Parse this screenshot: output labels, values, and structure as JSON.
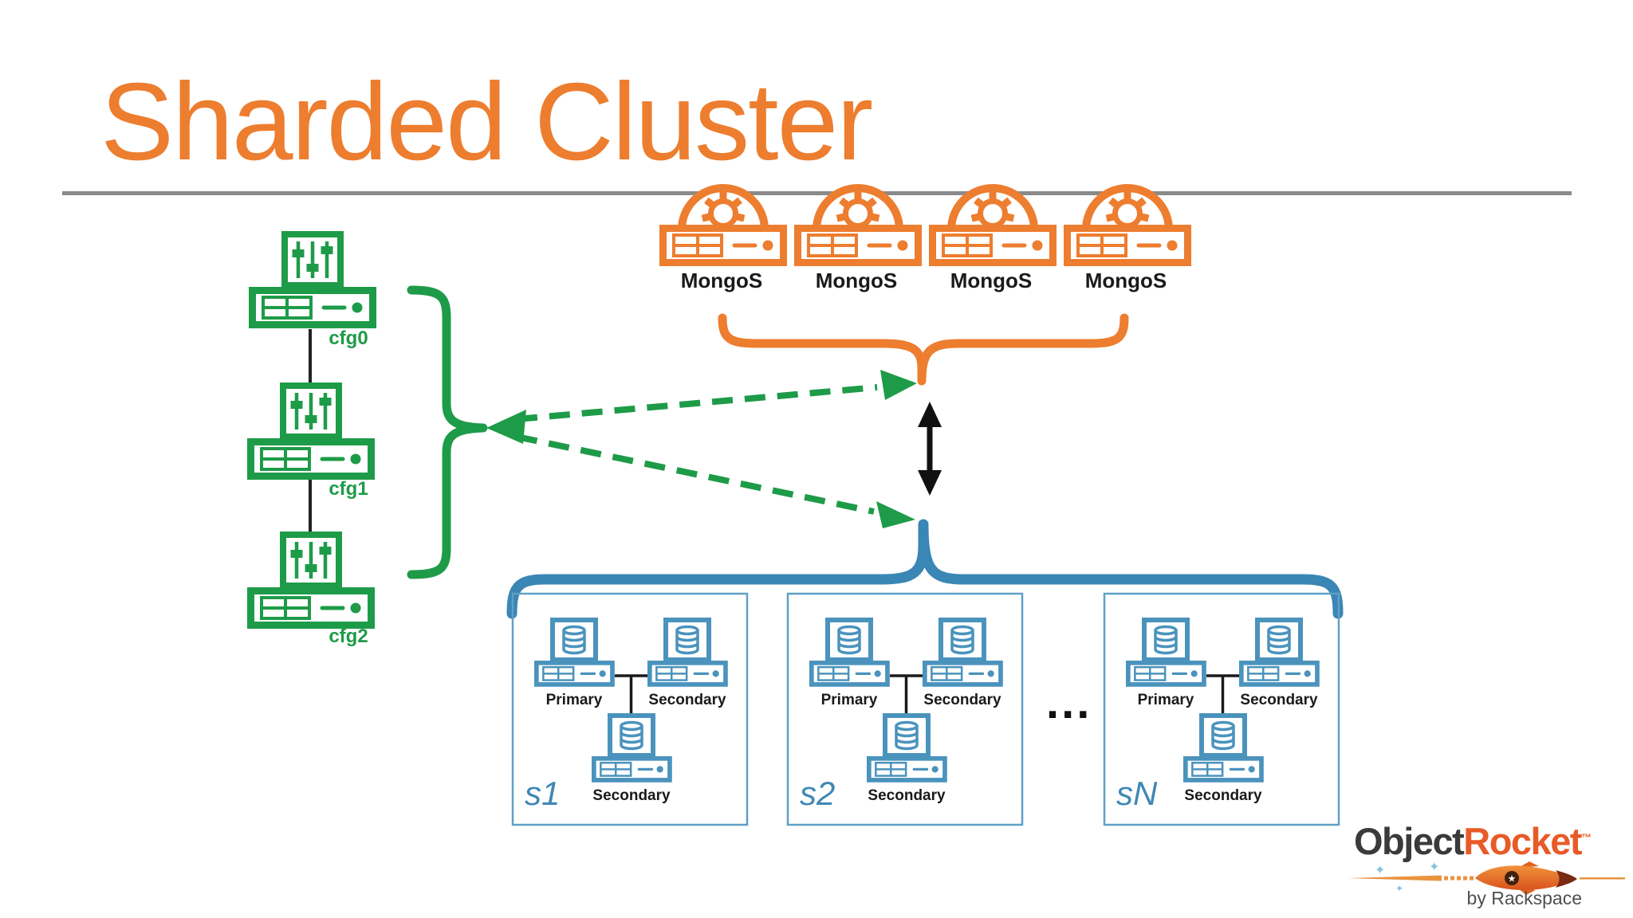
{
  "title": "Sharded Cluster",
  "mongos_row": {
    "items": [
      {
        "label": "MongoS"
      },
      {
        "label": "MongoS"
      },
      {
        "label": "MongoS"
      },
      {
        "label": "MongoS"
      }
    ]
  },
  "config_servers": {
    "nodes": [
      {
        "label": "cfg0"
      },
      {
        "label": "cfg1"
      },
      {
        "label": "cfg2"
      }
    ]
  },
  "shards": {
    "ellipsis": "...",
    "groups": [
      {
        "id": "s1",
        "members": [
          "Primary",
          "Secondary",
          "Secondary"
        ]
      },
      {
        "id": "s2",
        "members": [
          "Primary",
          "Secondary",
          "Secondary"
        ]
      },
      {
        "id": "sN",
        "members": [
          "Primary",
          "Secondary",
          "Secondary"
        ]
      }
    ]
  },
  "logo": {
    "object": "Object",
    "rocket": "Rocket",
    "trademark": "™",
    "byline": "by Rackspace"
  },
  "colors": {
    "orange": "#ED7D2F",
    "green": "#1E9B48",
    "blue": "#3A86B5",
    "blue_icon": "#4A93BD",
    "rule_gray": "#8A8A8A",
    "text_black": "#1A1A1A"
  }
}
